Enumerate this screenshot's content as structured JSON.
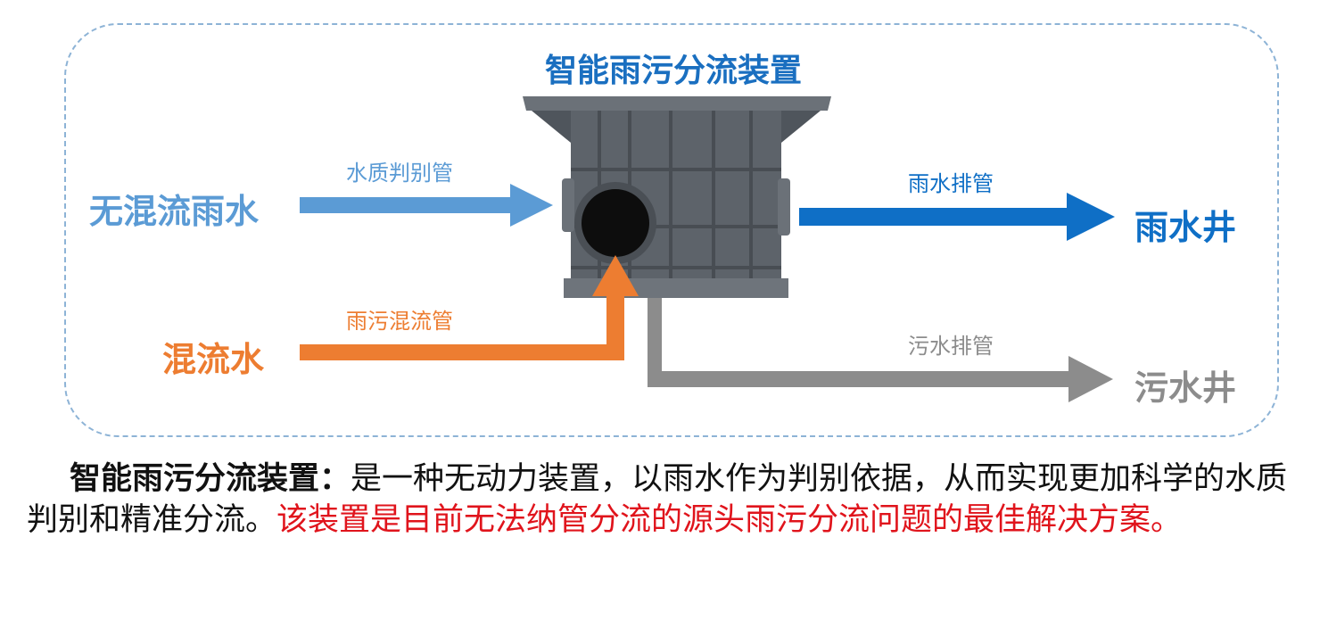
{
  "diagram": {
    "title": "智能雨污分流装置",
    "inputs": {
      "clean_rain": {
        "label": "无混流雨水",
        "pipe": "水质判别管",
        "color": "#5b9bd5"
      },
      "mixed": {
        "label": "混流水",
        "pipe": "雨污混流管",
        "color": "#ed7d31"
      }
    },
    "outputs": {
      "rain_well": {
        "label": "雨水井",
        "pipe": "雨水排管",
        "color": "#0f6fc6"
      },
      "sewage_well": {
        "label": "污水井",
        "pipe": "污水排管",
        "color": "#8c8c8c"
      }
    },
    "device_color": "#5a6068"
  },
  "description": {
    "lead": "智能雨污分流装置：",
    "body": "是一种无动力装置，以雨水作为判别依据，从而实现更加科学的水质判别和精准分流。",
    "highlight": "该装置是目前无法纳管分流的源头雨污分流问题的最佳解决方案。"
  }
}
